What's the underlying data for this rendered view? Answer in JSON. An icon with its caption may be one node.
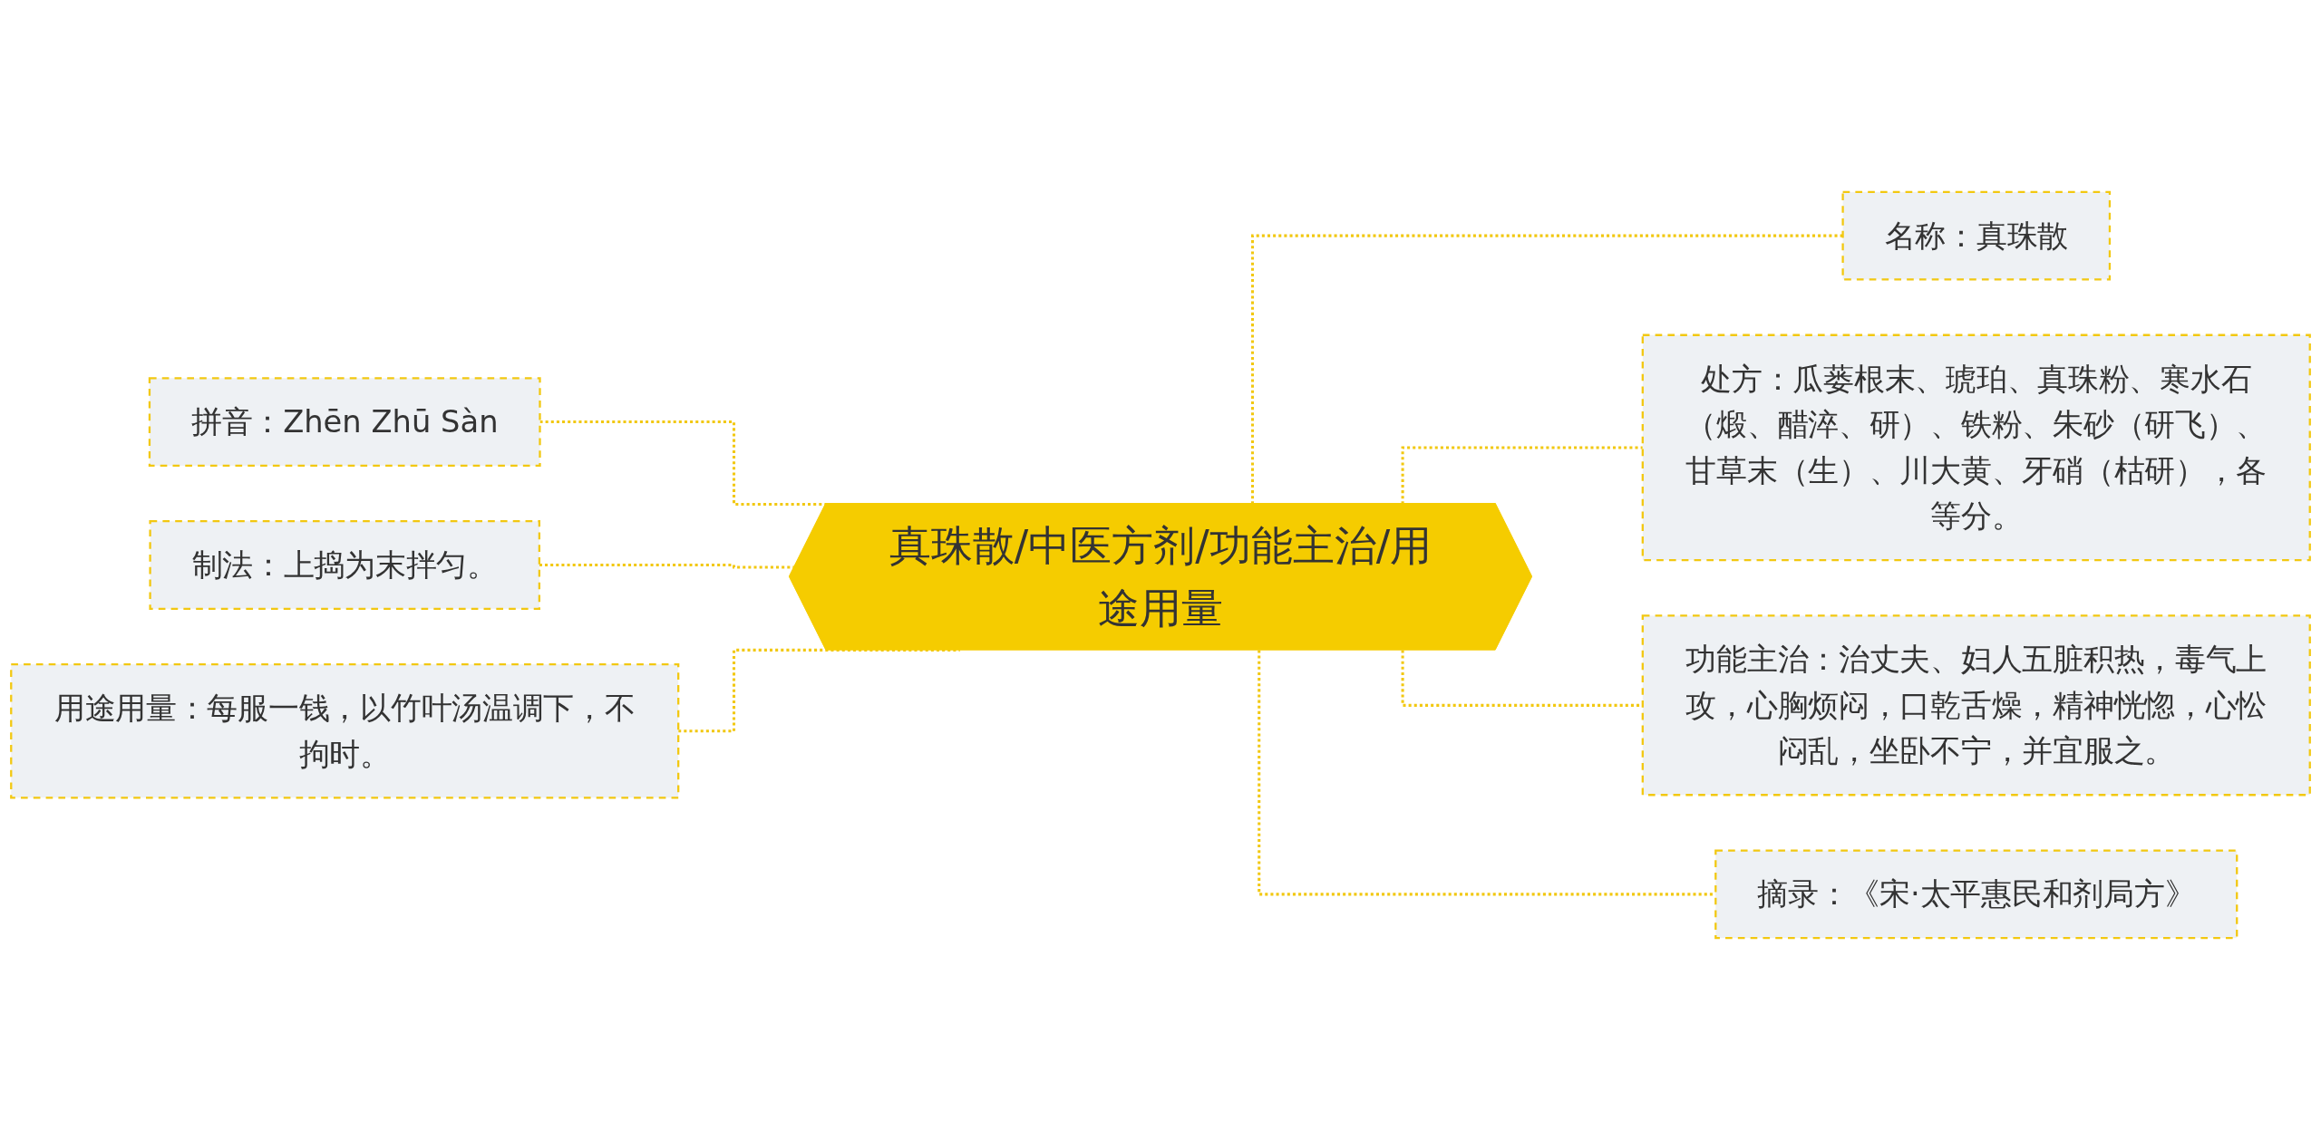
{
  "diagram": {
    "nodes": [
      {
        "text": [
          "真珠散/中医方剂/功能主治/用途用量"
        ]
      },
      {
        "text": [
          "拼音：Zhēn Zhū Sàn"
        ]
      },
      {
        "text": [
          "制法：上捣为末拌匀。"
        ]
      },
      {
        "text": [
          "用途用量：每服一钱，以竹叶汤温调下，不拘时。"
        ]
      },
      {
        "text": [
          "名称：真珠散"
        ]
      },
      {
        "text": [
          "处方：瓜蒌根末、琥珀、真珠粉、寒水石（煅、醋淬、研）、铁粉、朱砂（研飞）、甘草末（生）、川大黄、牙硝（枯研），各等分。"
        ]
      },
      {
        "text": [
          "功能主治：治丈夫、妇人五脏积热，毒气上攻，心胸烦闷，口乾舌燥，精神恍惚，心忪闷乱，坐卧不宁，并宜服之。"
        ]
      },
      {
        "text": [
          "摘录：《宋·太平惠民和剂局方》"
        ]
      }
    ],
    "edges": [
      {
        "from": 0,
        "to": 1,
        "arrow": "none",
        "style": "dashed"
      },
      {
        "from": 0,
        "to": 2,
        "arrow": "none",
        "style": "dashed"
      },
      {
        "from": 0,
        "to": 3,
        "arrow": "none",
        "style": "dashed"
      },
      {
        "from": 0,
        "to": 4,
        "arrow": "none",
        "style": "dashed"
      },
      {
        "from": 0,
        "to": 5,
        "arrow": "none",
        "style": "dashed"
      },
      {
        "from": 0,
        "to": 6,
        "arrow": "none",
        "style": "dashed"
      },
      {
        "from": 0,
        "to": 7,
        "arrow": "none",
        "style": "dashed"
      }
    ]
  }
}
